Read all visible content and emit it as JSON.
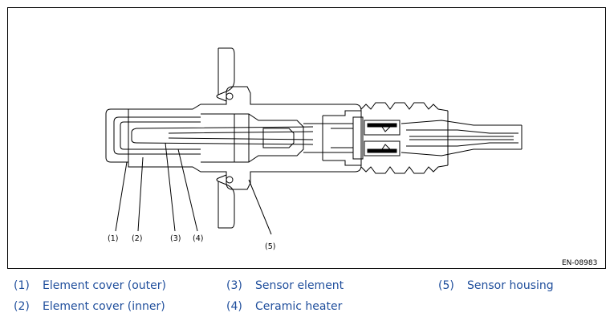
{
  "figure": {
    "code": "EN-08983",
    "callouts": [
      "(1)",
      "(2)",
      "(3)",
      "(4)",
      "(5)"
    ]
  },
  "legend": [
    {
      "num": "(1)",
      "label": "Element cover (outer)"
    },
    {
      "num": "(2)",
      "label": "Element cover (inner)"
    },
    {
      "num": "(3)",
      "label": "Sensor element"
    },
    {
      "num": "(4)",
      "label": "Ceramic heater"
    },
    {
      "num": "(5)",
      "label": "Sensor housing"
    }
  ],
  "colors": {
    "legend_text": "#1f4e9c",
    "line": "#000000"
  }
}
